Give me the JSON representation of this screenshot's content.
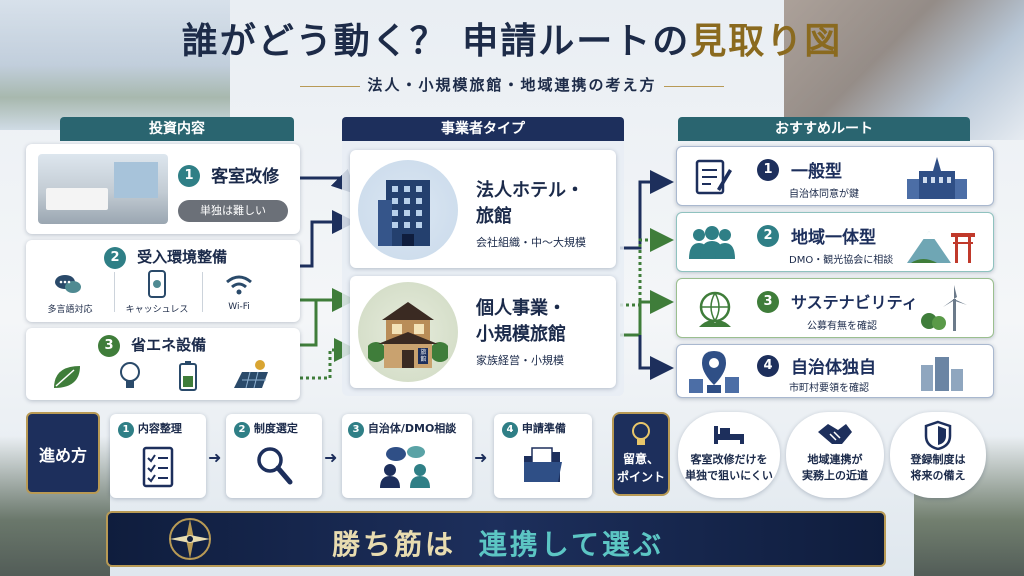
{
  "title": {
    "main": "誰がどう動く？ 申請ルートの",
    "accent": "見取り図"
  },
  "subtitle": "法人・小規模旅館・地域連携の考え方",
  "columns": {
    "investment": "投資内容",
    "operator": "事業者タイプ",
    "route": "おすすめルート"
  },
  "investments": [
    {
      "num": "1",
      "label": "客室改修",
      "note": "単独は難しい"
    },
    {
      "num": "2",
      "label": "受入環境整備",
      "items": [
        "多言語対応",
        "キャッシュレス",
        "Wi-Fi"
      ]
    },
    {
      "num": "3",
      "label": "省エネ設備"
    }
  ],
  "operators": [
    {
      "label_line1": "法人ホテル・",
      "label_line2": "旅館",
      "note": "会社組織・中〜大規模",
      "sign": ""
    },
    {
      "label_line1": "個人事業・",
      "label_line2": "小規模旅館",
      "note": "家族経営・小規模",
      "sign": "旅館"
    }
  ],
  "routes": [
    {
      "num": "1",
      "label": "一般型",
      "note": "自治体同意が鍵"
    },
    {
      "num": "2",
      "label": "地域一体型",
      "note": "DMO・観光協会に相談"
    },
    {
      "num": "3",
      "label": "サステナビリティ",
      "note": "公募有無を確認"
    },
    {
      "num": "4",
      "label": "自治体独自",
      "note": "市町村要領を確認"
    }
  ],
  "steps": {
    "label": "進め方",
    "items": [
      {
        "num": "1",
        "label": "内容整理"
      },
      {
        "num": "2",
        "label": "制度選定"
      },
      {
        "num": "3",
        "label": "自治体/DMO相談"
      },
      {
        "num": "4",
        "label": "申請準備"
      }
    ]
  },
  "points": {
    "label_line1": "留意、",
    "label_line2": "ポイント",
    "items": [
      {
        "line1": "客室改修だけを",
        "line2": "単独で狙いにくい"
      },
      {
        "line1": "地域連携が",
        "line2": "実務上の近道"
      },
      {
        "line1": "登録制度は",
        "line2": "将来の備え"
      }
    ]
  },
  "banner": {
    "part1": "勝ち筋は",
    "part2": "連携して選ぶ"
  },
  "colors": {
    "navy": "#1d2f5c",
    "green": "#3f7d3a",
    "teal": "#2f7f86",
    "gold": "#b89a55",
    "light_teal": "#5cc6c4"
  }
}
